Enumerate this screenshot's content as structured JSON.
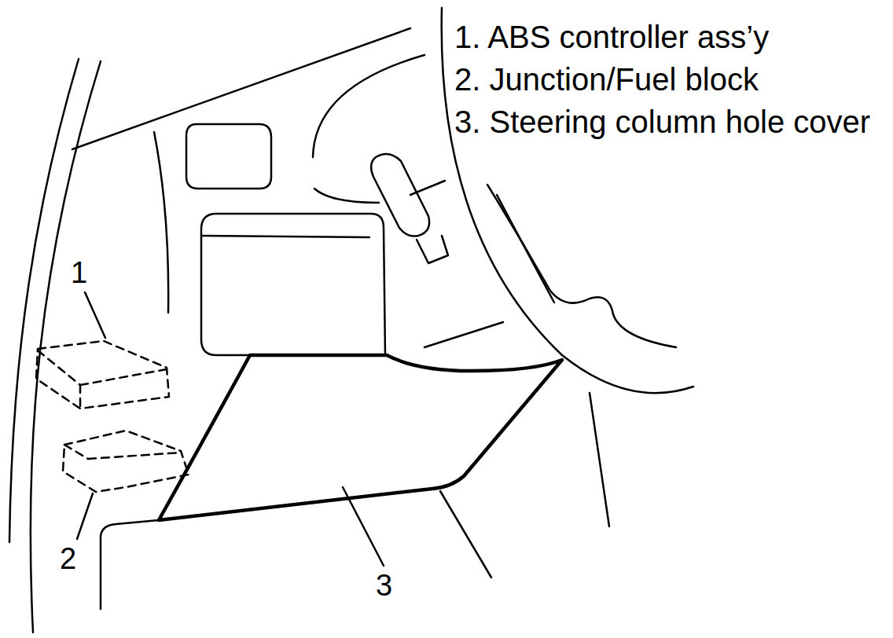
{
  "diagram": {
    "labels": [
      "1. ABS controller ass’y",
      "2. Junction/Fuel block",
      "3. Steering column hole cover",
      "1",
      "2",
      "3"
    ]
  }
}
